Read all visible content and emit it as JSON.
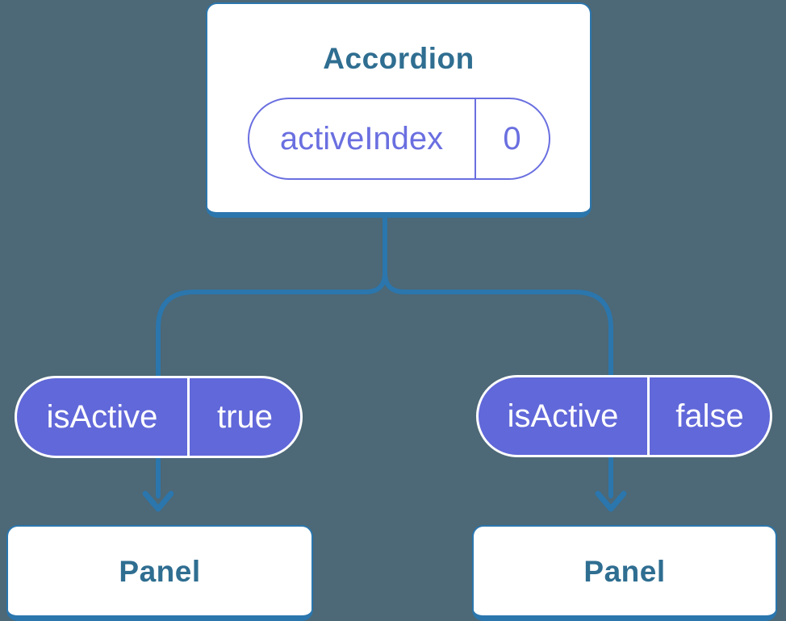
{
  "background": "#4d6876",
  "colors": {
    "line": "#2b76ad",
    "heading": "#2f6e91",
    "purple_fill": "#6168d9",
    "purple_outline": "#6a6fe0",
    "card_bg": "#ffffff",
    "pill_text": "#ffffff"
  },
  "accordion_card": {
    "title": "Accordion",
    "state_pill": {
      "name": "activeIndex",
      "value": "0"
    }
  },
  "left_branch": {
    "prop_pill": {
      "name": "isActive",
      "value": "true"
    },
    "panel": {
      "title": "Panel"
    }
  },
  "right_branch": {
    "prop_pill": {
      "name": "isActive",
      "value": "false"
    },
    "panel": {
      "title": "Panel"
    }
  }
}
